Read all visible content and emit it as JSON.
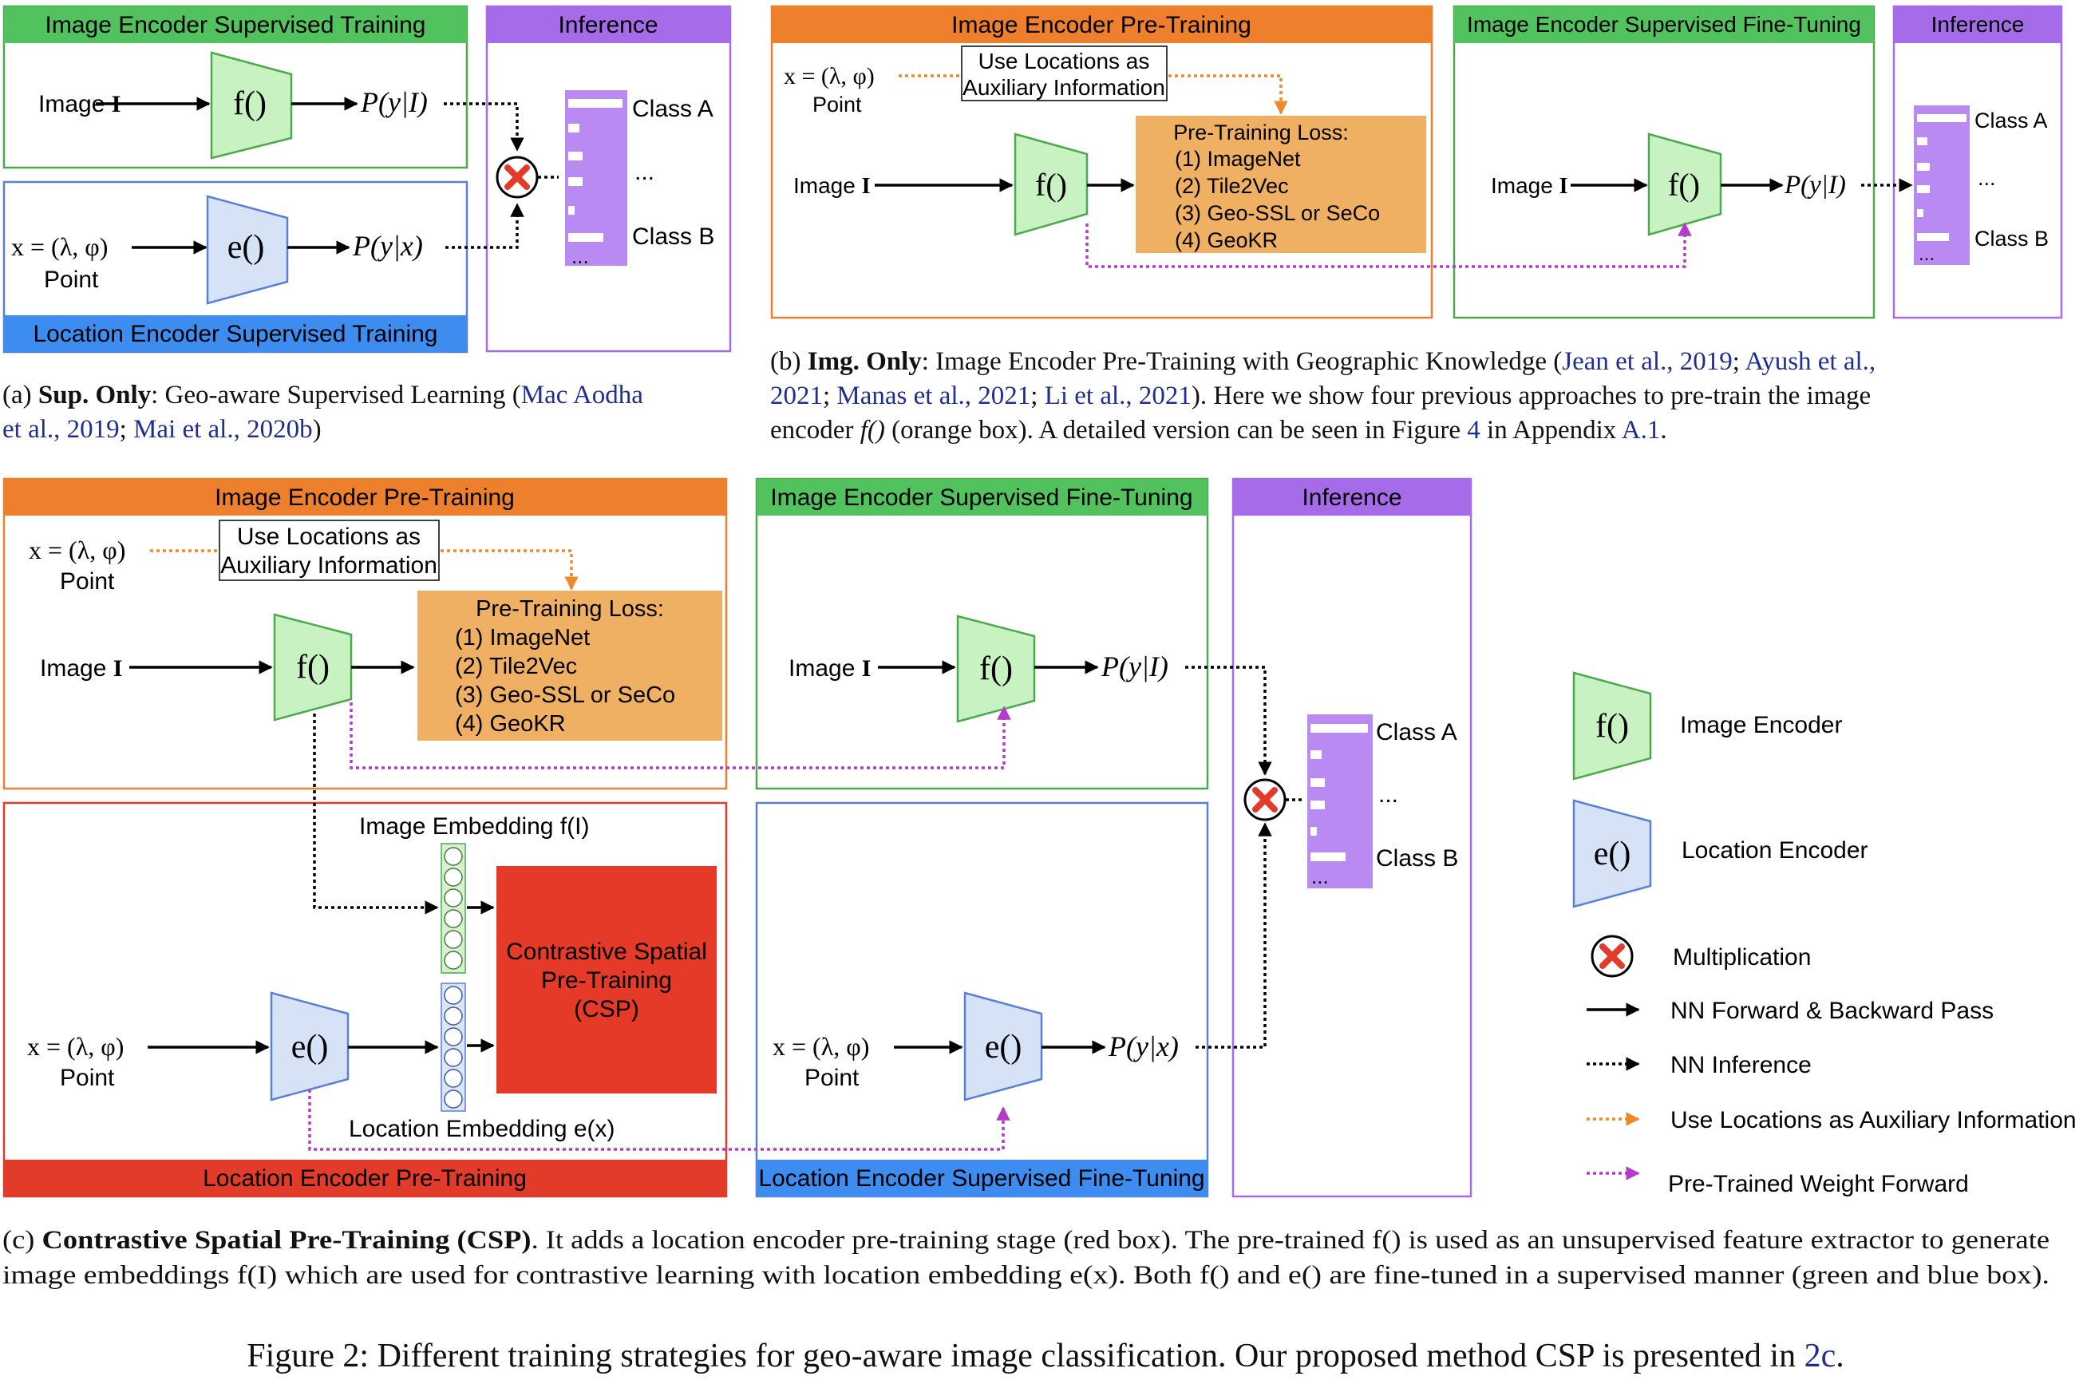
{
  "common": {
    "image_label": "Image",
    "image_symbol": "I",
    "point_label": "Point",
    "point_formula": "x = (λ, φ)",
    "f_label": "f()",
    "e_label": "e()",
    "p_y_given_I": "P(y|I)",
    "p_y_given_x": "P(y|x)",
    "class_a": "Class A",
    "class_b": "Class B",
    "ellipsis": "...",
    "middle_dots": "...",
    "use_locations_line1": "Use Locations as",
    "use_locations_line2": "Auxiliary Information",
    "pretraining_loss_title": "Pre-Training Loss:",
    "loss_items": [
      "(1) ImageNet",
      "(2) Tile2Vec",
      "(3) Geo-SSL or SeCo",
      "(4) GeoKR"
    ]
  },
  "panel_a": {
    "img_sup_title": "Image Encoder Supervised Training",
    "loc_sup_title": "Location Encoder Supervised Training",
    "inference_title": "Inference",
    "caption_prefix": "(a) ",
    "caption_bold": "Sup. Only",
    "caption_text": ": Geo-aware Supervised Learning (",
    "caption_cite1": "Mac Aodha",
    "caption_cite1b": "et al., 2019",
    "caption_sep": "; ",
    "caption_cite2": "Mai et al., 2020b",
    "caption_end": ")"
  },
  "panel_b": {
    "pretrain_title": "Image Encoder Pre-Training",
    "finetune_title": "Image Encoder Supervised Fine-Tuning",
    "inference_title": "Inference",
    "caption_prefix": "(b) ",
    "caption_bold": "Img. Only",
    "caption_l1_text": ":  Image Encoder Pre-Training with Geographic Knowledge (",
    "caption_l1_cite1": "Jean et al., 2019",
    "caption_l1_cite2": "Ayush et al.,",
    "caption_l2_cite2b": "2021",
    "caption_l2_cite3": "Manas et al., 2021",
    "caption_l2_cite4": "Li et al., 2021",
    "caption_l2_text": ").  Here we show four previous approaches to pre-train the image",
    "caption_l3_text_a": "encoder ",
    "caption_l3_f": "f()",
    "caption_l3_text_b": " (orange box).  A detailed version can be seen in Figure ",
    "caption_l3_ref1": "4",
    "caption_l3_text_c": " in Appendix ",
    "caption_l3_ref2": "A.1",
    "caption_l3_end": "."
  },
  "panel_c": {
    "img_pretrain_title": "Image Encoder Pre-Training",
    "loc_pretrain_title": "Location Encoder Pre-Training",
    "img_finetune_title": "Image Encoder Supervised Fine-Tuning",
    "loc_finetune_title": "Location Encoder Supervised Fine-Tuning",
    "inference_title": "Inference",
    "image_embedding_label": "Image Embedding f(I)",
    "location_embedding_label": "Location Embedding e(x)",
    "csp_line1": "Contrastive Spatial",
    "csp_line2": "Pre-Training",
    "csp_line3": "(CSP)",
    "caption_prefix": "(c) ",
    "caption_bold": "Contrastive Spatial Pre-Training  (CSP)",
    "caption_l1_text": ". It adds a location encoder pre-training stage (red box). The pre-trained f() is used as an unsupervised feature extractor to generate",
    "caption_l2_text": "image embeddings f(I) which are used for contrastive learning with location embedding e(x). Both f() and e() are fine-tuned in a supervised manner (green and blue box)."
  },
  "legend": {
    "image_encoder": "Image Encoder",
    "location_encoder": "Location Encoder",
    "multiplication": "Multiplication",
    "nn_forward_backward": "NN Forward & Backward Pass",
    "nn_inference": "NN Inference",
    "use_locations": "Use Locations as Auxiliary Information",
    "pretrained_weight_forward": "Pre-Trained Weight Forward"
  },
  "figure_caption": {
    "text": "Figure 2: Different training strategies for geo-aware image classification. Our proposed method CSP is presented in ",
    "ref": "2c",
    "end": "."
  },
  "colors": {
    "green_header": "#52c25e",
    "green_box": "#c9f2c2",
    "green_border": "#4caa4c",
    "blue_header": "#3d8cf0",
    "blue_box": "#d6e3f7",
    "blue_border": "#5a7fd6",
    "purple_header": "#a66be8",
    "purple_bar": "#b98af2",
    "orange_header": "#ee7f2d",
    "orange_box": "#f0b063",
    "red_header": "#e23b2a",
    "red_box": "#e53a27"
  }
}
